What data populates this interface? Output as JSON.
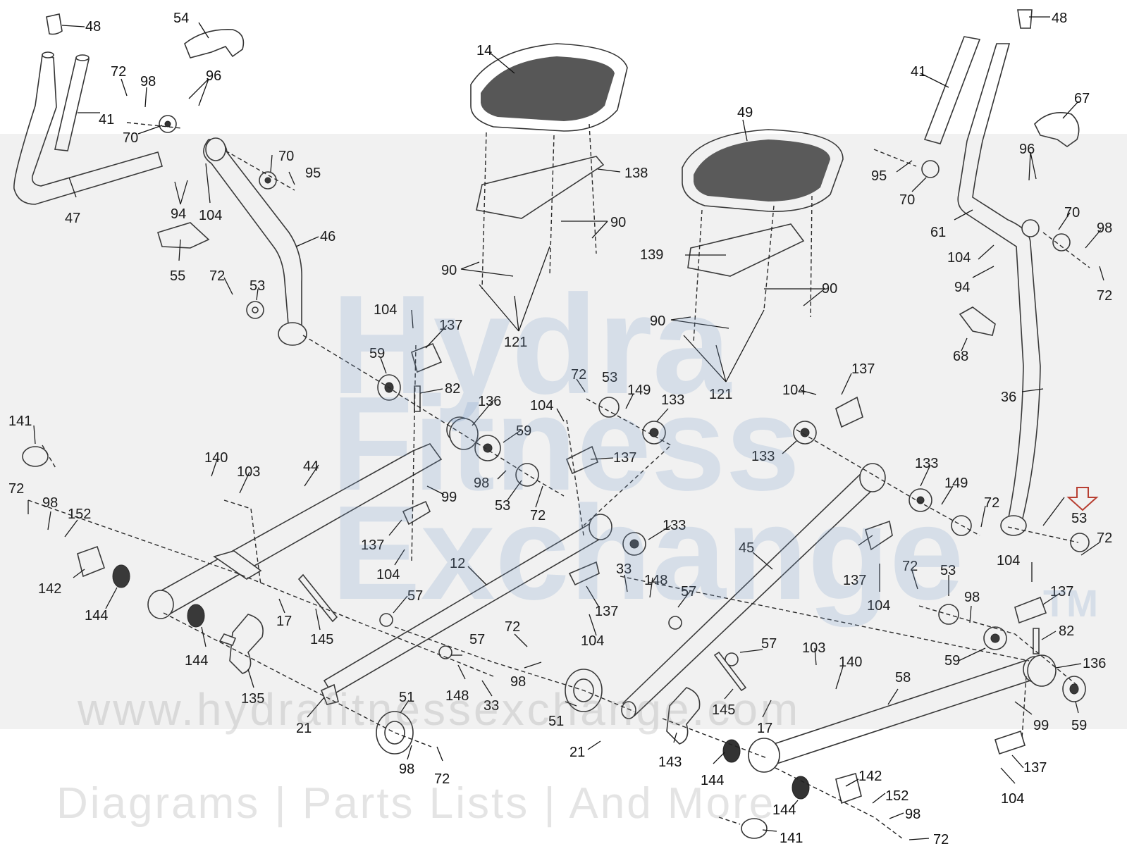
{
  "watermark": {
    "line1": "Hydra",
    "line2": "Fitness",
    "line3": "Exchange",
    "trademark": "TM",
    "url": "www.hydrafitnessexchange.com",
    "tagline": "Diagrams | Parts Lists | And More"
  },
  "highlight": {
    "part": "53",
    "color": "#c0392b",
    "icon": "down-arrow-icon"
  },
  "labels": [
    {
      "id": "48a",
      "text": "48"
    },
    {
      "id": "54",
      "text": "54"
    },
    {
      "id": "72a",
      "text": "72"
    },
    {
      "id": "98a",
      "text": "98"
    },
    {
      "id": "96a",
      "text": "96"
    },
    {
      "id": "41a",
      "text": "41"
    },
    {
      "id": "70a",
      "text": "70"
    },
    {
      "id": "47",
      "text": "47"
    },
    {
      "id": "70b",
      "text": "70"
    },
    {
      "id": "95a",
      "text": "95"
    },
    {
      "id": "94a",
      "text": "94"
    },
    {
      "id": "104a",
      "text": "104"
    },
    {
      "id": "46",
      "text": "46"
    },
    {
      "id": "55",
      "text": "55"
    },
    {
      "id": "72b",
      "text": "72"
    },
    {
      "id": "53a",
      "text": "53"
    },
    {
      "id": "14",
      "text": "14"
    },
    {
      "id": "138",
      "text": "138"
    },
    {
      "id": "90a",
      "text": "90"
    },
    {
      "id": "90b",
      "text": "90"
    },
    {
      "id": "121a",
      "text": "121"
    },
    {
      "id": "104b",
      "text": "104"
    },
    {
      "id": "137a",
      "text": "137"
    },
    {
      "id": "59a",
      "text": "59"
    },
    {
      "id": "82a",
      "text": "82"
    },
    {
      "id": "49",
      "text": "49"
    },
    {
      "id": "139",
      "text": "139"
    },
    {
      "id": "90c",
      "text": "90"
    },
    {
      "id": "90d",
      "text": "90"
    },
    {
      "id": "121b",
      "text": "121"
    },
    {
      "id": "48b",
      "text": "48"
    },
    {
      "id": "41b",
      "text": "41"
    },
    {
      "id": "67",
      "text": "67"
    },
    {
      "id": "96b",
      "text": "96"
    },
    {
      "id": "95b",
      "text": "95"
    },
    {
      "id": "70c",
      "text": "70"
    },
    {
      "id": "61",
      "text": "61"
    },
    {
      "id": "70d",
      "text": "70"
    },
    {
      "id": "98b",
      "text": "98"
    },
    {
      "id": "104c",
      "text": "104"
    },
    {
      "id": "94b",
      "text": "94"
    },
    {
      "id": "72c",
      "text": "72"
    },
    {
      "id": "68",
      "text": "68"
    },
    {
      "id": "36",
      "text": "36"
    },
    {
      "id": "141a",
      "text": "141"
    },
    {
      "id": "140a",
      "text": "140"
    },
    {
      "id": "103a",
      "text": "103"
    },
    {
      "id": "44",
      "text": "44"
    },
    {
      "id": "136a",
      "text": "136"
    },
    {
      "id": "59b",
      "text": "59"
    },
    {
      "id": "72d",
      "text": "72"
    },
    {
      "id": "53b",
      "text": "53"
    },
    {
      "id": "149a",
      "text": "149"
    },
    {
      "id": "133a",
      "text": "133"
    },
    {
      "id": "104d",
      "text": "104"
    },
    {
      "id": "137b",
      "text": "137"
    },
    {
      "id": "104e",
      "text": "104"
    },
    {
      "id": "137c",
      "text": "137"
    },
    {
      "id": "133b",
      "text": "133"
    },
    {
      "id": "98c",
      "text": "98"
    },
    {
      "id": "99a",
      "text": "99"
    },
    {
      "id": "53c",
      "text": "53"
    },
    {
      "id": "72e",
      "text": "72"
    },
    {
      "id": "72f",
      "text": "72"
    },
    {
      "id": "98d",
      "text": "98"
    },
    {
      "id": "152a",
      "text": "152"
    },
    {
      "id": "137d",
      "text": "137"
    },
    {
      "id": "104f",
      "text": "104"
    },
    {
      "id": "133c",
      "text": "133"
    },
    {
      "id": "133d",
      "text": "133"
    },
    {
      "id": "149b",
      "text": "149"
    },
    {
      "id": "72g",
      "text": "72"
    },
    {
      "id": "53d",
      "text": "53"
    },
    {
      "id": "72h",
      "text": "72"
    },
    {
      "id": "45",
      "text": "45"
    },
    {
      "id": "12",
      "text": "12"
    },
    {
      "id": "142a",
      "text": "142"
    },
    {
      "id": "144a",
      "text": "144"
    },
    {
      "id": "17a",
      "text": "17"
    },
    {
      "id": "145a",
      "text": "145"
    },
    {
      "id": "57a",
      "text": "57"
    },
    {
      "id": "137e",
      "text": "137"
    },
    {
      "id": "33a",
      "text": "33"
    },
    {
      "id": "148a",
      "text": "148"
    },
    {
      "id": "57b",
      "text": "57"
    },
    {
      "id": "104g",
      "text": "104"
    },
    {
      "id": "137f",
      "text": "137"
    },
    {
      "id": "104h",
      "text": "104"
    },
    {
      "id": "72i",
      "text": "72"
    },
    {
      "id": "53e",
      "text": "53"
    },
    {
      "id": "98e",
      "text": "98"
    },
    {
      "id": "104i",
      "text": "104"
    },
    {
      "id": "137g",
      "text": "137"
    },
    {
      "id": "82b",
      "text": "82"
    },
    {
      "id": "59c",
      "text": "59"
    },
    {
      "id": "136b",
      "text": "136"
    },
    {
      "id": "144b",
      "text": "144"
    },
    {
      "id": "135",
      "text": "135"
    },
    {
      "id": "57c",
      "text": "57"
    },
    {
      "id": "72j",
      "text": "72"
    },
    {
      "id": "98f",
      "text": "98"
    },
    {
      "id": "148b",
      "text": "148"
    },
    {
      "id": "33b",
      "text": "33"
    },
    {
      "id": "57d",
      "text": "57"
    },
    {
      "id": "103b",
      "text": "103"
    },
    {
      "id": "140b",
      "text": "140"
    },
    {
      "id": "58",
      "text": "58"
    },
    {
      "id": "21a",
      "text": "21"
    },
    {
      "id": "51a",
      "text": "51"
    },
    {
      "id": "51b",
      "text": "51"
    },
    {
      "id": "145b",
      "text": "145"
    },
    {
      "id": "17b",
      "text": "17"
    },
    {
      "id": "99b",
      "text": "99"
    },
    {
      "id": "59d",
      "text": "59"
    },
    {
      "id": "98g",
      "text": "98"
    },
    {
      "id": "72k",
      "text": "72"
    },
    {
      "id": "21b",
      "text": "21"
    },
    {
      "id": "143",
      "text": "143"
    },
    {
      "id": "144c",
      "text": "144"
    },
    {
      "id": "137h",
      "text": "137"
    },
    {
      "id": "104j",
      "text": "104"
    },
    {
      "id": "142b",
      "text": "142"
    },
    {
      "id": "144d",
      "text": "144"
    },
    {
      "id": "152b",
      "text": "152"
    },
    {
      "id": "98h",
      "text": "98"
    },
    {
      "id": "141b",
      "text": "141"
    },
    {
      "id": "72l",
      "text": "72"
    }
  ]
}
